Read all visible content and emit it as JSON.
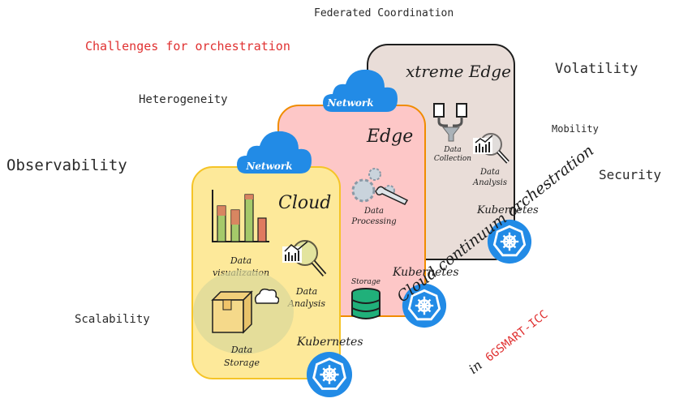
{
  "challenges": {
    "title": "Challenges for orchestration",
    "title_color": "#e03131",
    "items": [
      {
        "label": "Federated Coordination"
      },
      {
        "label": "Heterogeneity"
      },
      {
        "label": "Observability"
      },
      {
        "label": "Scalability"
      },
      {
        "label": "Volatility"
      },
      {
        "label": "Mobility"
      },
      {
        "label": "Security"
      }
    ]
  },
  "layers": {
    "xtreme_edge": {
      "title": "xtreme Edge",
      "color": "#e9ddd8",
      "components": [
        {
          "label": "Data Collection",
          "icon": "funnel-documents-icon"
        },
        {
          "label": "Data Analysis",
          "icon": "magnifier-chart-icon"
        }
      ],
      "orchestrator": "Kubernetes"
    },
    "edge": {
      "title": "Edge",
      "color": "#fdc7c7",
      "network": "Network",
      "components": [
        {
          "label": "Data Processing",
          "icon": "gears-wrench-icon"
        },
        {
          "label": "Storage",
          "icon": "database-icon"
        }
      ],
      "orchestrator": "Kubernetes"
    },
    "cloud": {
      "title": "Cloud",
      "color": "#fde99a",
      "network": "Network",
      "components": [
        {
          "label": "Data visualization",
          "icon": "bar-chart-icon"
        },
        {
          "label": "Data Analysis",
          "icon": "magnifier-chart-icon"
        },
        {
          "label": "Data Storage",
          "icon": "box-cloud-icon"
        }
      ],
      "orchestrator": "Kubernetes"
    }
  },
  "footer": {
    "line1": "Cloud continuum orchestration",
    "line2_prefix": "in",
    "project": "6GSMART-ICC",
    "project_color": "#e03131"
  },
  "colors": {
    "network_blue": "#228be6",
    "kubernetes_blue": "#326ce5",
    "storage_green": "#20b07a"
  }
}
